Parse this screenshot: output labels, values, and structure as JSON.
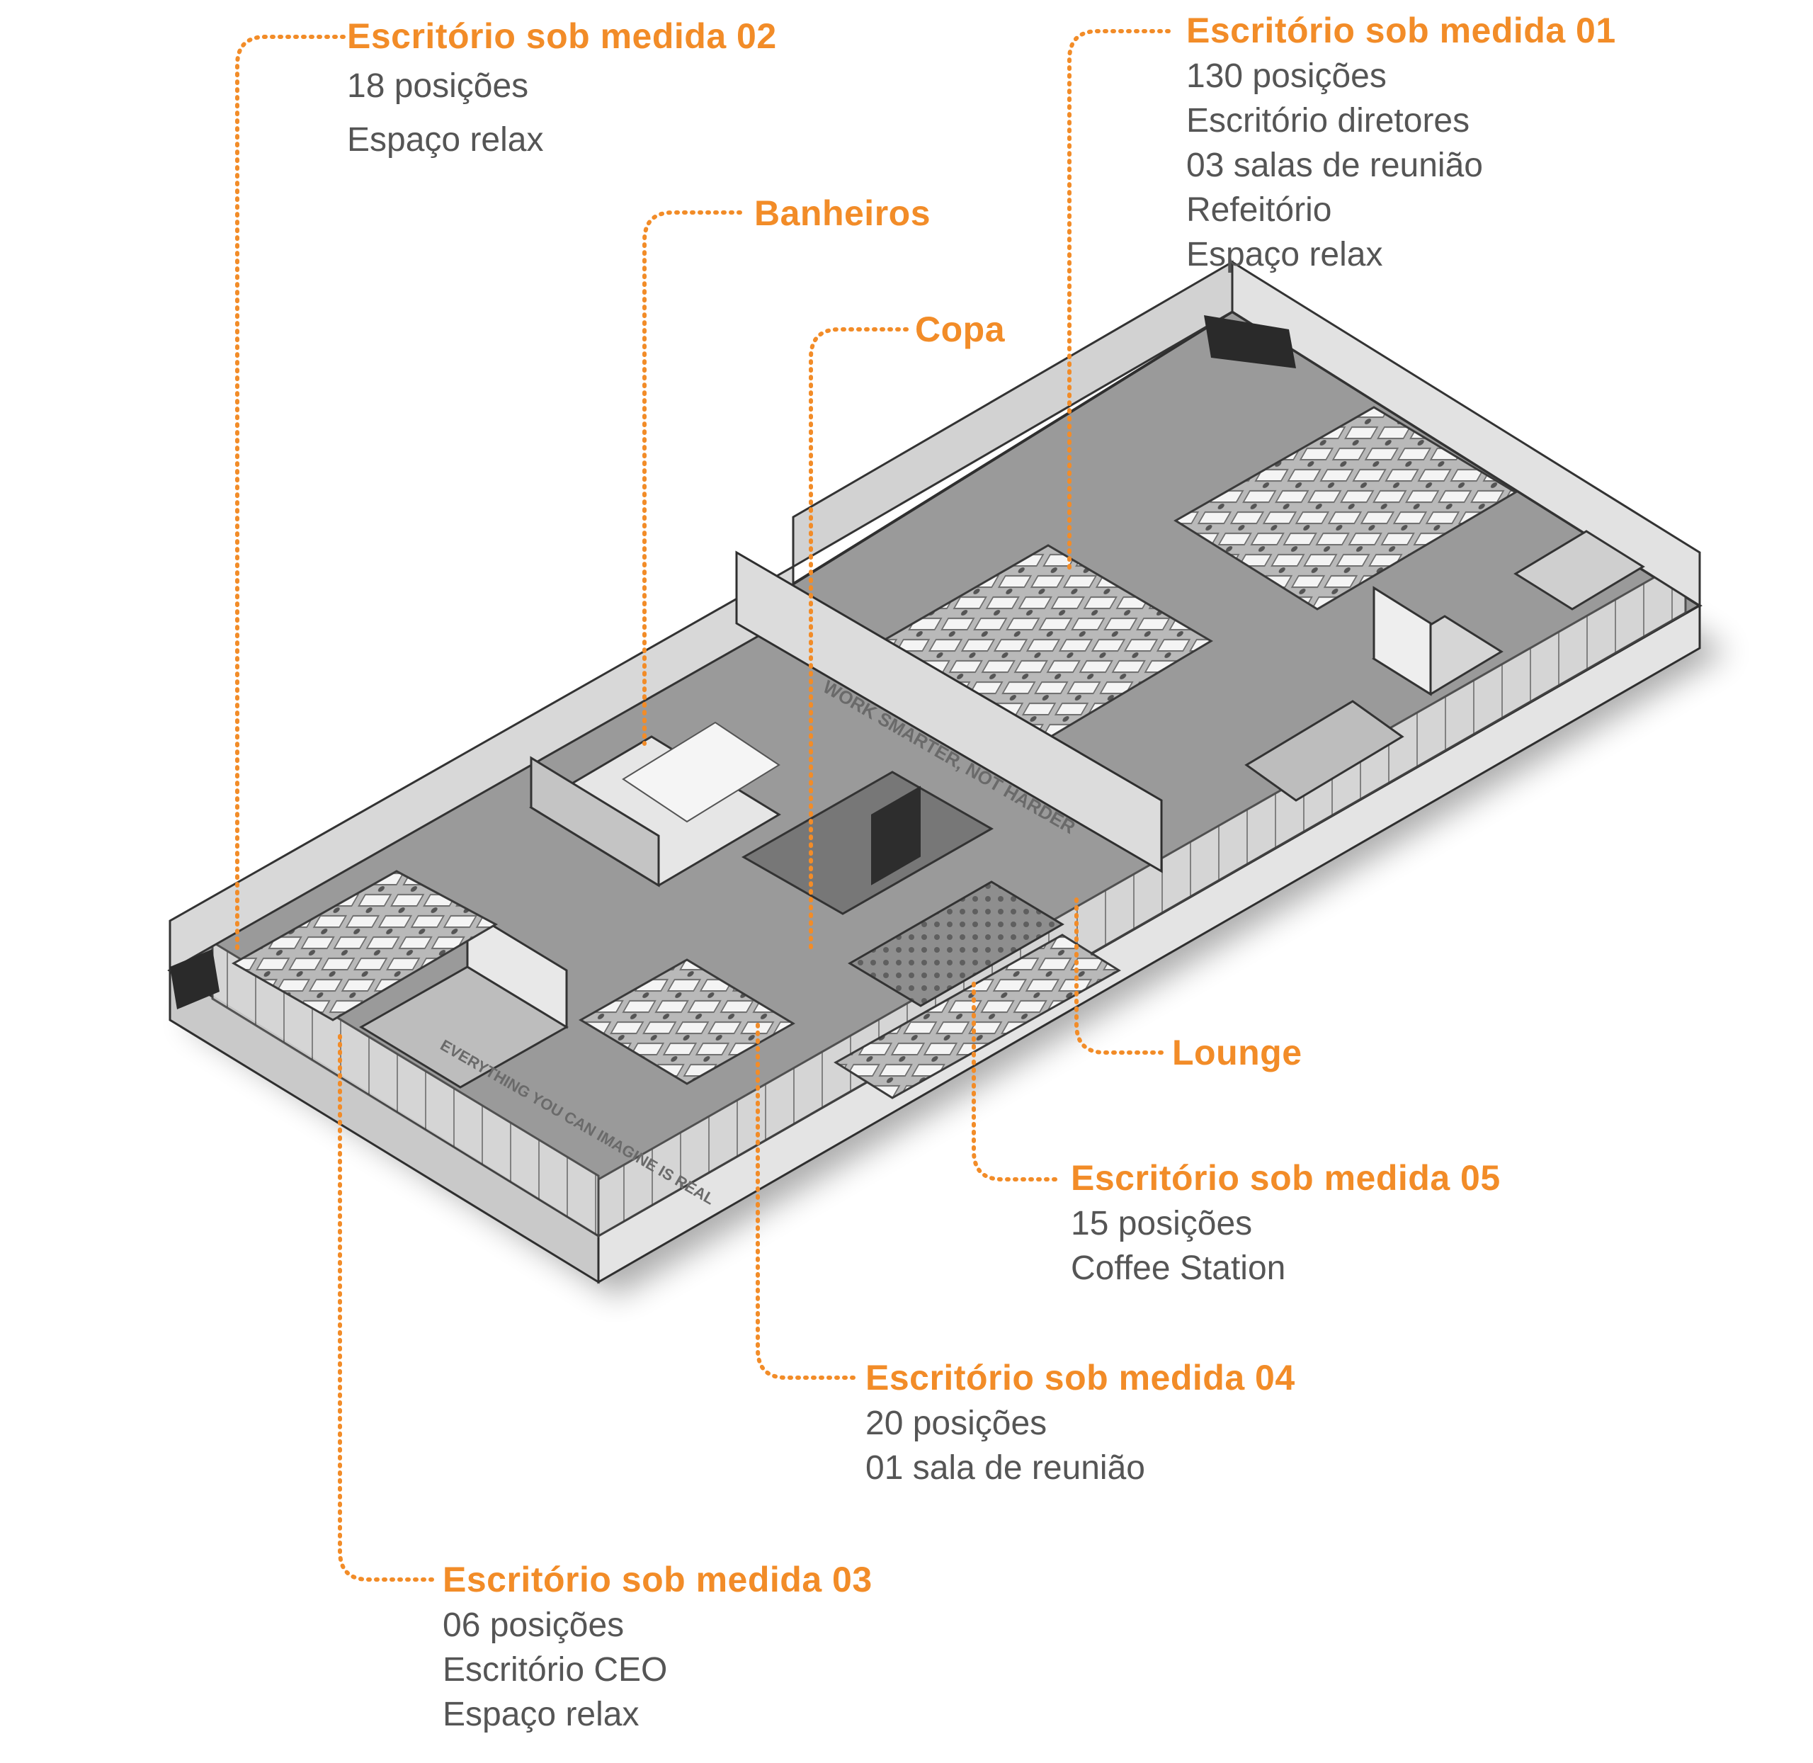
{
  "colors": {
    "accent": "#f28c28",
    "detail_text": "#555555",
    "floor": "#8c8c8c",
    "walls": "#cfcfcf"
  },
  "callouts": {
    "c02": {
      "title": "Escritório sob medida 02",
      "lines": [
        "18 posições",
        "Espaço relax"
      ]
    },
    "c01": {
      "title": "Escritório sob medida 01",
      "lines": [
        "130 posições",
        "Escritório diretores",
        "03 salas de reunião",
        "Refeitório",
        "Espaço relax"
      ]
    },
    "banheiros": {
      "title": "Banheiros"
    },
    "copa": {
      "title": "Copa"
    },
    "lounge": {
      "title": "Lounge"
    },
    "c05": {
      "title": "Escritório sob medida 05",
      "lines": [
        "15 posições",
        "Coffee Station"
      ]
    },
    "c04": {
      "title": "Escritório sob medida 04",
      "lines": [
        "20 posições",
        "01 sala de reunião"
      ]
    },
    "c03": {
      "title": "Escritório sob medida 03",
      "lines": [
        "06 posições",
        "Escritório CEO",
        "Espaço relax"
      ]
    }
  },
  "plan_signage": {
    "wall_sign": "WORK SMARTER, NOT HARDER",
    "wall_sign_2": "EVERYTHING YOU CAN IMAGINE IS REAL"
  }
}
